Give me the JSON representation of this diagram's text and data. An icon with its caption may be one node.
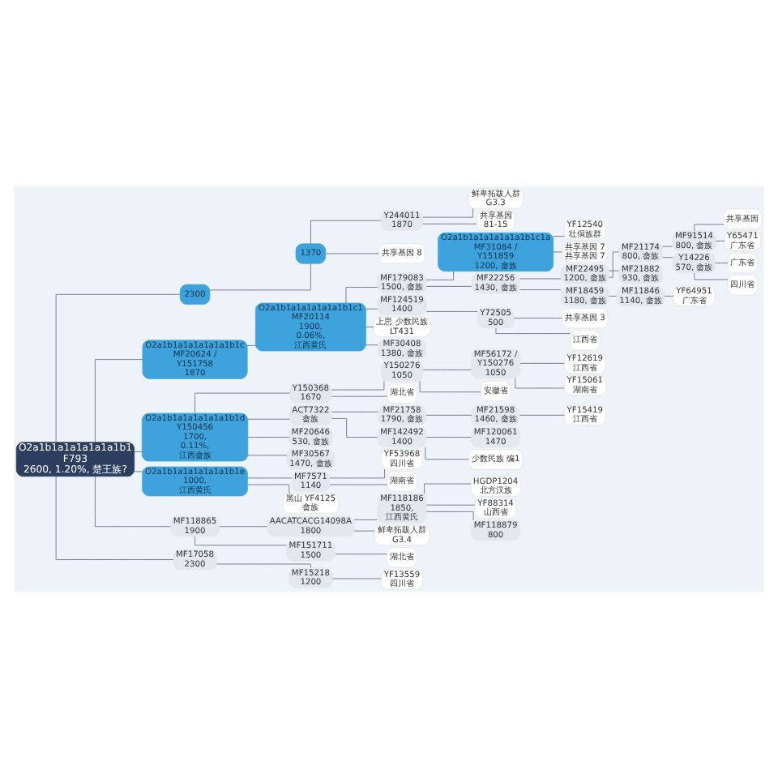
{
  "diagram": {
    "nodes": [
      {
        "text": [
          "O2a1b1a1a1a1a1a1b1",
          "F793",
          "2600, 1.20%, 楚王族?"
        ]
      },
      {
        "text": [
          "2300"
        ]
      },
      {
        "text": [
          "1370"
        ]
      },
      {
        "text": [
          "Y244011 1870"
        ]
      },
      {
        "text": [
          "鲜卑拓跋人群 G3.3"
        ]
      },
      {
        "text": [
          "共享基因 81-15"
        ]
      },
      {
        "text": [
          "共享基因 8"
        ]
      },
      {
        "text": [
          "O2a1b1a1a1a1a1a1b1c MF20624 / Y151758 1870"
        ]
      },
      {
        "text": [
          "O2a1b1a1a1a1a1a1b1c1 MF20114 1900, 0.06%, 江西黄氏"
        ]
      },
      {
        "text": [
          "MF179083 1500, 畲族"
        ]
      },
      {
        "text": [
          "O2a1b1a1a1a1a1a1b1c1a MF31084 / Y151859 1200, 畲族"
        ]
      },
      {
        "text": [
          "YF12540 壮侗族群"
        ]
      },
      {
        "text": [
          "共享基因 7 共享基因 7"
        ]
      },
      {
        "text": [
          "MF22256 1430, 畲族"
        ]
      },
      {
        "text": [
          "MF22495 1200, 畲族"
        ]
      },
      {
        "text": [
          "MF21174 800, 畲族"
        ]
      },
      {
        "text": [
          "MF91514 800, 畲族"
        ]
      },
      {
        "text": [
          "共享基因"
        ]
      },
      {
        "text": [
          "Y65471 广东省"
        ]
      },
      {
        "text": [
          "Y14226 570, 畲族"
        ]
      },
      {
        "text": [
          "广东省"
        ]
      },
      {
        "text": [
          "四川省"
        ]
      },
      {
        "text": [
          "MF21882 930, 畲族"
        ]
      },
      {
        "text": [
          "MF18459 1180, 畲族"
        ]
      },
      {
        "text": [
          "MF11846 1140, 畲族"
        ]
      },
      {
        "text": [
          "YF64951 广东省"
        ]
      },
      {
        "text": [
          "MF124519 1400"
        ]
      },
      {
        "text": [
          "Y72505 500"
        ]
      },
      {
        "text": [
          "共享基因 3"
        ]
      },
      {
        "text": [
          "江西省"
        ]
      },
      {
        "text": [
          "上思 少数民族 LT431"
        ]
      },
      {
        "text": [
          "MF30408 1380, 畲族"
        ]
      },
      {
        "text": [
          "O2a1b1a1a1a1a1a1b1d Y150456 1700, 0.11%, 江西畲族"
        ]
      },
      {
        "text": [
          "Y150368 1670"
        ]
      },
      {
        "text": [
          "Y150276 1050"
        ]
      },
      {
        "text": [
          "MF56172 / Y150276 1050"
        ]
      },
      {
        "text": [
          "YF12619 江西省"
        ]
      },
      {
        "text": [
          "YF15061 湖南省"
        ]
      },
      {
        "text": [
          "安徽省"
        ]
      },
      {
        "text": [
          "湖北省"
        ]
      },
      {
        "text": [
          "ACT7322 畲族"
        ]
      },
      {
        "text": [
          "MF21758 1790, 畲族"
        ]
      },
      {
        "text": [
          "MF21598 1460, 畲族"
        ]
      },
      {
        "text": [
          "YF15419 江西省"
        ]
      },
      {
        "text": [
          "MF142492 1400"
        ]
      },
      {
        "text": [
          "MF120061 1470"
        ]
      },
      {
        "text": [
          "少数民族 编1"
        ]
      },
      {
        "text": [
          "MF20646 530, 畲族"
        ]
      },
      {
        "text": [
          "MF30567 1470, 畲族"
        ]
      },
      {
        "text": [
          "O2a1b1a1a1a1a1a1b1e 1000, 江西黄氏"
        ]
      },
      {
        "text": [
          "MF7571 1140"
        ]
      },
      {
        "text": [
          "YF53968 四川省"
        ]
      },
      {
        "text": [
          "湖南省"
        ]
      },
      {
        "text": [
          "黑山 YF4125 畲族"
        ]
      },
      {
        "text": [
          "MF118865 1900"
        ]
      },
      {
        "text": [
          "AACATCACG14098A 1800"
        ]
      },
      {
        "text": [
          "MF118186 1850, 江西黄氏"
        ]
      },
      {
        "text": [
          "HGDP1204 北方汉族"
        ]
      },
      {
        "text": [
          "YF88314 山西省"
        ]
      },
      {
        "text": [
          "MF118879 800"
        ]
      },
      {
        "text": [
          "鲜卑拓跋人群 G3.4"
        ]
      },
      {
        "text": [
          "MF151711 1500"
        ]
      },
      {
        "text": [
          "湖北省"
        ]
      },
      {
        "text": [
          "MF17058 2300"
        ]
      },
      {
        "text": [
          "MF15218 1200"
        ]
      },
      {
        "text": [
          "YF13559 四川省"
        ]
      }
    ],
    "edges": [
      {
        "from": 0,
        "to": 1,
        "arrow": "none"
      },
      {
        "from": 1,
        "to": 2,
        "arrow": "none"
      },
      {
        "from": 2,
        "to": 3,
        "arrow": "none"
      },
      {
        "from": 3,
        "to": 4,
        "arrow": "none"
      },
      {
        "from": 3,
        "to": 5,
        "arrow": "none"
      },
      {
        "from": 2,
        "to": 6,
        "arrow": "none"
      },
      {
        "from": 0,
        "to": 7,
        "arrow": "none"
      },
      {
        "from": 7,
        "to": 8,
        "arrow": "none"
      },
      {
        "from": 8,
        "to": 9,
        "arrow": "none"
      },
      {
        "from": 9,
        "to": 10,
        "arrow": "none"
      },
      {
        "from": 10,
        "to": 11,
        "arrow": "none"
      },
      {
        "from": 10,
        "to": 12,
        "arrow": "none"
      },
      {
        "from": 9,
        "to": 13,
        "arrow": "none"
      },
      {
        "from": 13,
        "to": 14,
        "arrow": "none"
      },
      {
        "from": 14,
        "to": 15,
        "arrow": "none"
      },
      {
        "from": 15,
        "to": 16,
        "arrow": "none"
      },
      {
        "from": 16,
        "to": 17,
        "arrow": "none"
      },
      {
        "from": 16,
        "to": 18,
        "arrow": "none"
      },
      {
        "from": 15,
        "to": 19,
        "arrow": "none"
      },
      {
        "from": 19,
        "to": 20,
        "arrow": "none"
      },
      {
        "from": 19,
        "to": 21,
        "arrow": "none"
      },
      {
        "from": 14,
        "to": 22,
        "arrow": "none"
      },
      {
        "from": 13,
        "to": 23,
        "arrow": "none"
      },
      {
        "from": 23,
        "to": 24,
        "arrow": "none"
      },
      {
        "from": 24,
        "to": 25,
        "arrow": "none"
      },
      {
        "from": 8,
        "to": 26,
        "arrow": "none"
      },
      {
        "from": 26,
        "to": 27,
        "arrow": "none"
      },
      {
        "from": 27,
        "to": 28,
        "arrow": "none"
      },
      {
        "from": 27,
        "to": 29,
        "arrow": "none"
      },
      {
        "from": 8,
        "to": 30,
        "arrow": "none"
      },
      {
        "from": 8,
        "to": 31,
        "arrow": "none"
      },
      {
        "from": 0,
        "to": 32,
        "arrow": "none"
      },
      {
        "from": 32,
        "to": 33,
        "arrow": "none"
      },
      {
        "from": 33,
        "to": 34,
        "arrow": "none"
      },
      {
        "from": 34,
        "to": 35,
        "arrow": "none"
      },
      {
        "from": 35,
        "to": 36,
        "arrow": "none"
      },
      {
        "from": 35,
        "to": 37,
        "arrow": "none"
      },
      {
        "from": 34,
        "to": 38,
        "arrow": "none"
      },
      {
        "from": 33,
        "to": 39,
        "arrow": "none"
      },
      {
        "from": 32,
        "to": 40,
        "arrow": "none"
      },
      {
        "from": 40,
        "to": 41,
        "arrow": "none"
      },
      {
        "from": 41,
        "to": 42,
        "arrow": "none"
      },
      {
        "from": 42,
        "to": 43,
        "arrow": "none"
      },
      {
        "from": 40,
        "to": 44,
        "arrow": "none"
      },
      {
        "from": 44,
        "to": 45,
        "arrow": "none"
      },
      {
        "from": 44,
        "to": 46,
        "arrow": "none"
      },
      {
        "from": 32,
        "to": 47,
        "arrow": "none"
      },
      {
        "from": 32,
        "to": 48,
        "arrow": "none"
      },
      {
        "from": 0,
        "to": 49,
        "arrow": "none"
      },
      {
        "from": 49,
        "to": 50,
        "arrow": "none"
      },
      {
        "from": 50,
        "to": 51,
        "arrow": "none"
      },
      {
        "from": 50,
        "to": 52,
        "arrow": "none"
      },
      {
        "from": 49,
        "to": 53,
        "arrow": "none"
      },
      {
        "from": 0,
        "to": 54,
        "arrow": "none"
      },
      {
        "from": 54,
        "to": 55,
        "arrow": "none"
      },
      {
        "from": 55,
        "to": 56,
        "arrow": "none"
      },
      {
        "from": 56,
        "to": 57,
        "arrow": "none"
      },
      {
        "from": 56,
        "to": 58,
        "arrow": "none"
      },
      {
        "from": 56,
        "to": 59,
        "arrow": "none"
      },
      {
        "from": 55,
        "to": 60,
        "arrow": "none"
      },
      {
        "from": 54,
        "to": 61,
        "arrow": "none"
      },
      {
        "from": 61,
        "to": 62,
        "arrow": "none"
      },
      {
        "from": 0,
        "to": 63,
        "arrow": "none"
      },
      {
        "from": 63,
        "to": 64,
        "arrow": "none"
      },
      {
        "from": 64,
        "to": 65,
        "arrow": "none"
      }
    ]
  }
}
